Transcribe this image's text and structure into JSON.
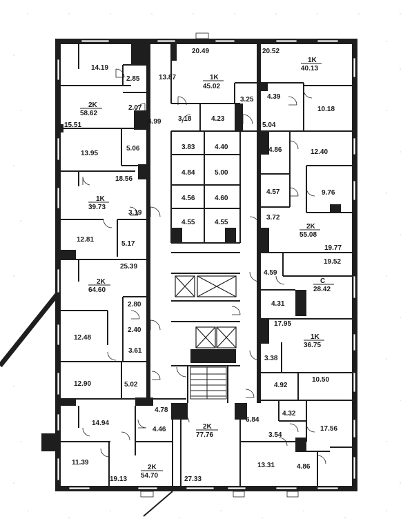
{
  "rooms": [
    {
      "id": "r1",
      "label": "14.19"
    },
    {
      "id": "r2",
      "label": "2.85"
    },
    {
      "id": "r3",
      "label": "13.87"
    },
    {
      "id": "r4",
      "label": "20.49"
    },
    {
      "id": "r5",
      "label": "20.52"
    },
    {
      "id": "r6",
      "label": "2.07"
    },
    {
      "id": "r7",
      "label": "3.18"
    },
    {
      "id": "r8",
      "label": "4.23"
    },
    {
      "id": "r9",
      "label": "3.25"
    },
    {
      "id": "r10",
      "label": "4.39"
    },
    {
      "id": "r11",
      "label": "10.18"
    },
    {
      "id": "r12",
      "label": "15.51"
    },
    {
      "id": "r13",
      "label": "4.99"
    },
    {
      "id": "r14",
      "label": "5.04"
    },
    {
      "id": "r15",
      "label": "13.95"
    },
    {
      "id": "r16",
      "label": "5.06"
    },
    {
      "id": "r17",
      "label": "3.83"
    },
    {
      "id": "r18",
      "label": "4.40"
    },
    {
      "id": "r19",
      "label": "4.86"
    },
    {
      "id": "r20",
      "label": "12.40"
    },
    {
      "id": "r21",
      "label": "4.84"
    },
    {
      "id": "r22",
      "label": "5.00"
    },
    {
      "id": "r23",
      "label": "18.56"
    },
    {
      "id": "r24",
      "label": "4.57"
    },
    {
      "id": "r25",
      "label": "9.76"
    },
    {
      "id": "r26",
      "label": "4.56"
    },
    {
      "id": "r27",
      "label": "4.60"
    },
    {
      "id": "r28",
      "label": "3.19"
    },
    {
      "id": "r29",
      "label": "3.72"
    },
    {
      "id": "r30",
      "label": "4.55"
    },
    {
      "id": "r31",
      "label": "4.55"
    },
    {
      "id": "r32",
      "label": "12.81"
    },
    {
      "id": "r33",
      "label": "5.17"
    },
    {
      "id": "r34",
      "label": "19.77"
    },
    {
      "id": "r35",
      "label": "25.39"
    },
    {
      "id": "r36",
      "label": "19.52"
    },
    {
      "id": "r37",
      "label": "4.59"
    },
    {
      "id": "r38",
      "label": "2.80"
    },
    {
      "id": "r39",
      "label": "4.31"
    },
    {
      "id": "r40",
      "label": "2.40"
    },
    {
      "id": "r41",
      "label": "12.48"
    },
    {
      "id": "r42",
      "label": "17.95"
    },
    {
      "id": "r43",
      "label": "3.61"
    },
    {
      "id": "r44",
      "label": "3.38"
    },
    {
      "id": "r45",
      "label": "12.90"
    },
    {
      "id": "r46",
      "label": "5.02"
    },
    {
      "id": "r47",
      "label": "4.92"
    },
    {
      "id": "r48",
      "label": "10.50"
    },
    {
      "id": "r49",
      "label": "4.78"
    },
    {
      "id": "r50",
      "label": "6.84"
    },
    {
      "id": "r51",
      "label": "4.32"
    },
    {
      "id": "r52",
      "label": "14.94"
    },
    {
      "id": "r53",
      "label": "4.46"
    },
    {
      "id": "r54",
      "label": "3.54"
    },
    {
      "id": "r55",
      "label": "17.56"
    },
    {
      "id": "r56",
      "label": "11.39"
    },
    {
      "id": "r57",
      "label": "13.31"
    },
    {
      "id": "r58",
      "label": "4.86"
    },
    {
      "id": "r59",
      "label": "19.13"
    },
    {
      "id": "r60",
      "label": "27.33"
    }
  ],
  "apartments": [
    {
      "id": "a1",
      "type": "1K",
      "area": "40.13"
    },
    {
      "id": "a2",
      "type": "1K",
      "area": "45.02"
    },
    {
      "id": "a3",
      "type": "2K",
      "area": "58.62"
    },
    {
      "id": "a4",
      "type": "1K",
      "area": "39.73"
    },
    {
      "id": "a5",
      "type": "2K",
      "area": "55.08"
    },
    {
      "id": "a6",
      "type": "2K",
      "area": "64.60"
    },
    {
      "id": "a7",
      "type": "C",
      "area": "28.42"
    },
    {
      "id": "a8",
      "type": "1K",
      "area": "36.75"
    },
    {
      "id": "a9",
      "type": "2K",
      "area": "77.76"
    },
    {
      "id": "a10",
      "type": "2K",
      "area": "54.70"
    }
  ]
}
